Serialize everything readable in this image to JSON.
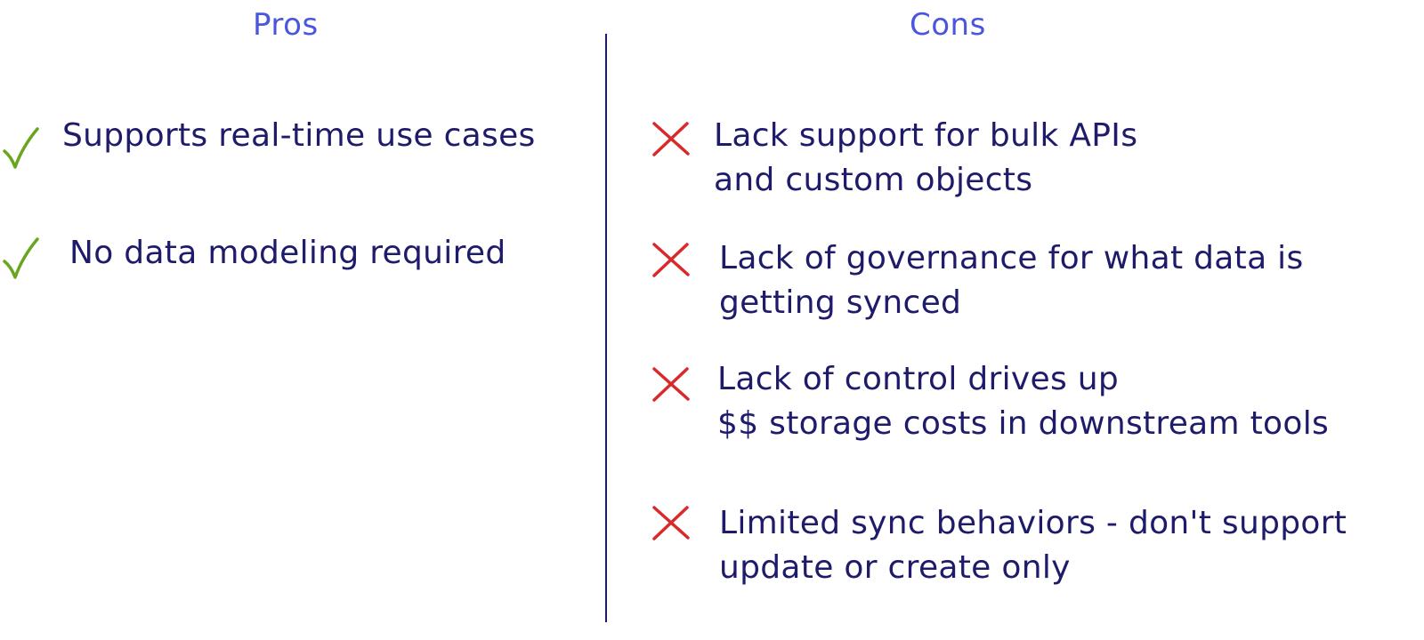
{
  "pros": {
    "title": "Pros",
    "icon": "check-icon",
    "icon_color": "#6aa51f",
    "items": [
      {
        "lines": [
          "Supports real-time use cases"
        ]
      },
      {
        "lines": [
          "No data modeling required"
        ]
      }
    ]
  },
  "cons": {
    "title": "Cons",
    "icon": "cross-icon",
    "icon_color": "#d9292b",
    "items": [
      {
        "lines": [
          "Lack support for bulk APIs",
          "and custom objects"
        ]
      },
      {
        "lines": [
          "Lack of governance for what data is",
          "getting synced"
        ]
      },
      {
        "lines": [
          "Lack of control drives up",
          "$$ storage costs in downstream tools"
        ]
      },
      {
        "lines": [
          "Limited sync behaviors - don't support",
          "update or create only"
        ]
      }
    ]
  },
  "colors": {
    "title": "#4a55e0",
    "text": "#1e1b6b",
    "divider": "#1e1b6b"
  }
}
